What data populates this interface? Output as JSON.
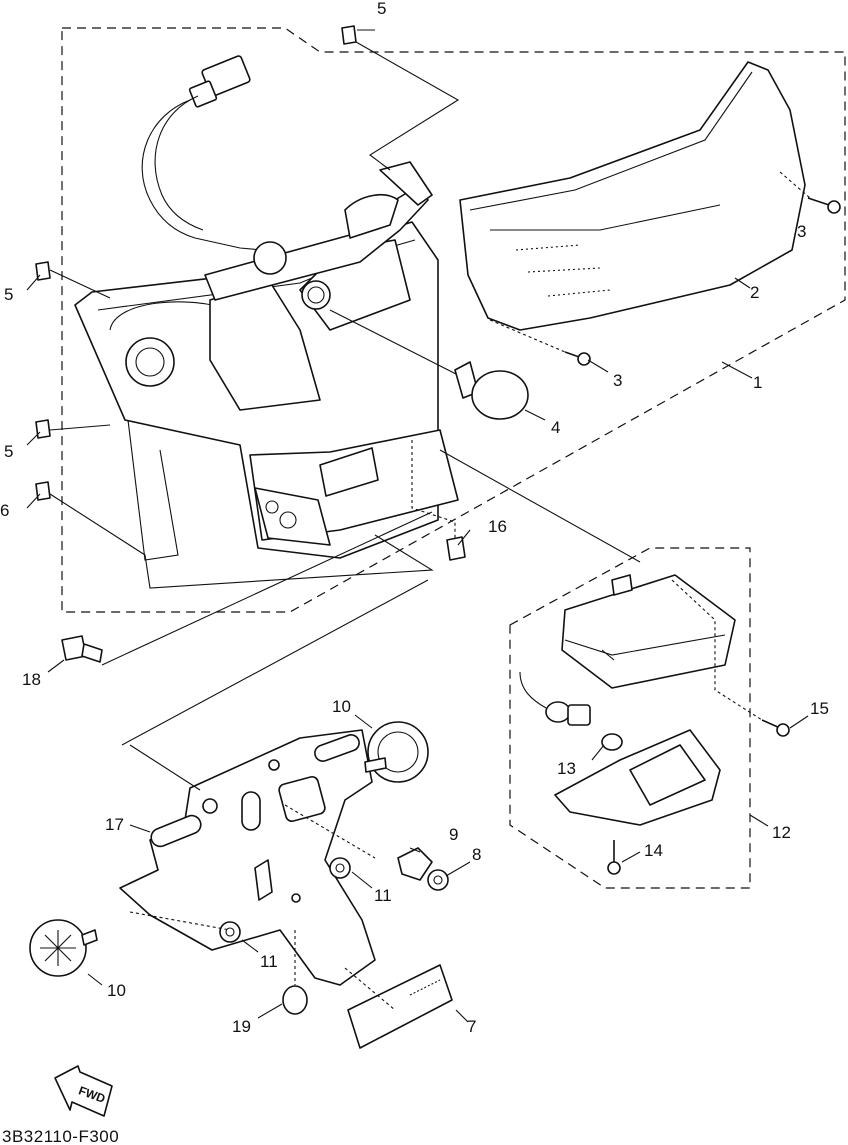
{
  "diagram": {
    "drawing_code": "3B32110-F300",
    "direction_label": "FWD",
    "callouts": [
      {
        "id": "1",
        "label": "1"
      },
      {
        "id": "2",
        "label": "2"
      },
      {
        "id": "3a",
        "label": "3"
      },
      {
        "id": "3b",
        "label": "3"
      },
      {
        "id": "4",
        "label": "4"
      },
      {
        "id": "5a",
        "label": "5"
      },
      {
        "id": "5b",
        "label": "5"
      },
      {
        "id": "5c",
        "label": "5"
      },
      {
        "id": "6",
        "label": "6"
      },
      {
        "id": "7",
        "label": "7"
      },
      {
        "id": "8",
        "label": "8"
      },
      {
        "id": "9",
        "label": "9"
      },
      {
        "id": "10a",
        "label": "10"
      },
      {
        "id": "10b",
        "label": "10"
      },
      {
        "id": "11a",
        "label": "11"
      },
      {
        "id": "11b",
        "label": "11"
      },
      {
        "id": "12",
        "label": "12"
      },
      {
        "id": "13",
        "label": "13"
      },
      {
        "id": "14",
        "label": "14"
      },
      {
        "id": "15",
        "label": "15"
      },
      {
        "id": "16",
        "label": "16"
      },
      {
        "id": "17",
        "label": "17"
      },
      {
        "id": "18",
        "label": "18"
      },
      {
        "id": "19",
        "label": "19"
      }
    ]
  }
}
